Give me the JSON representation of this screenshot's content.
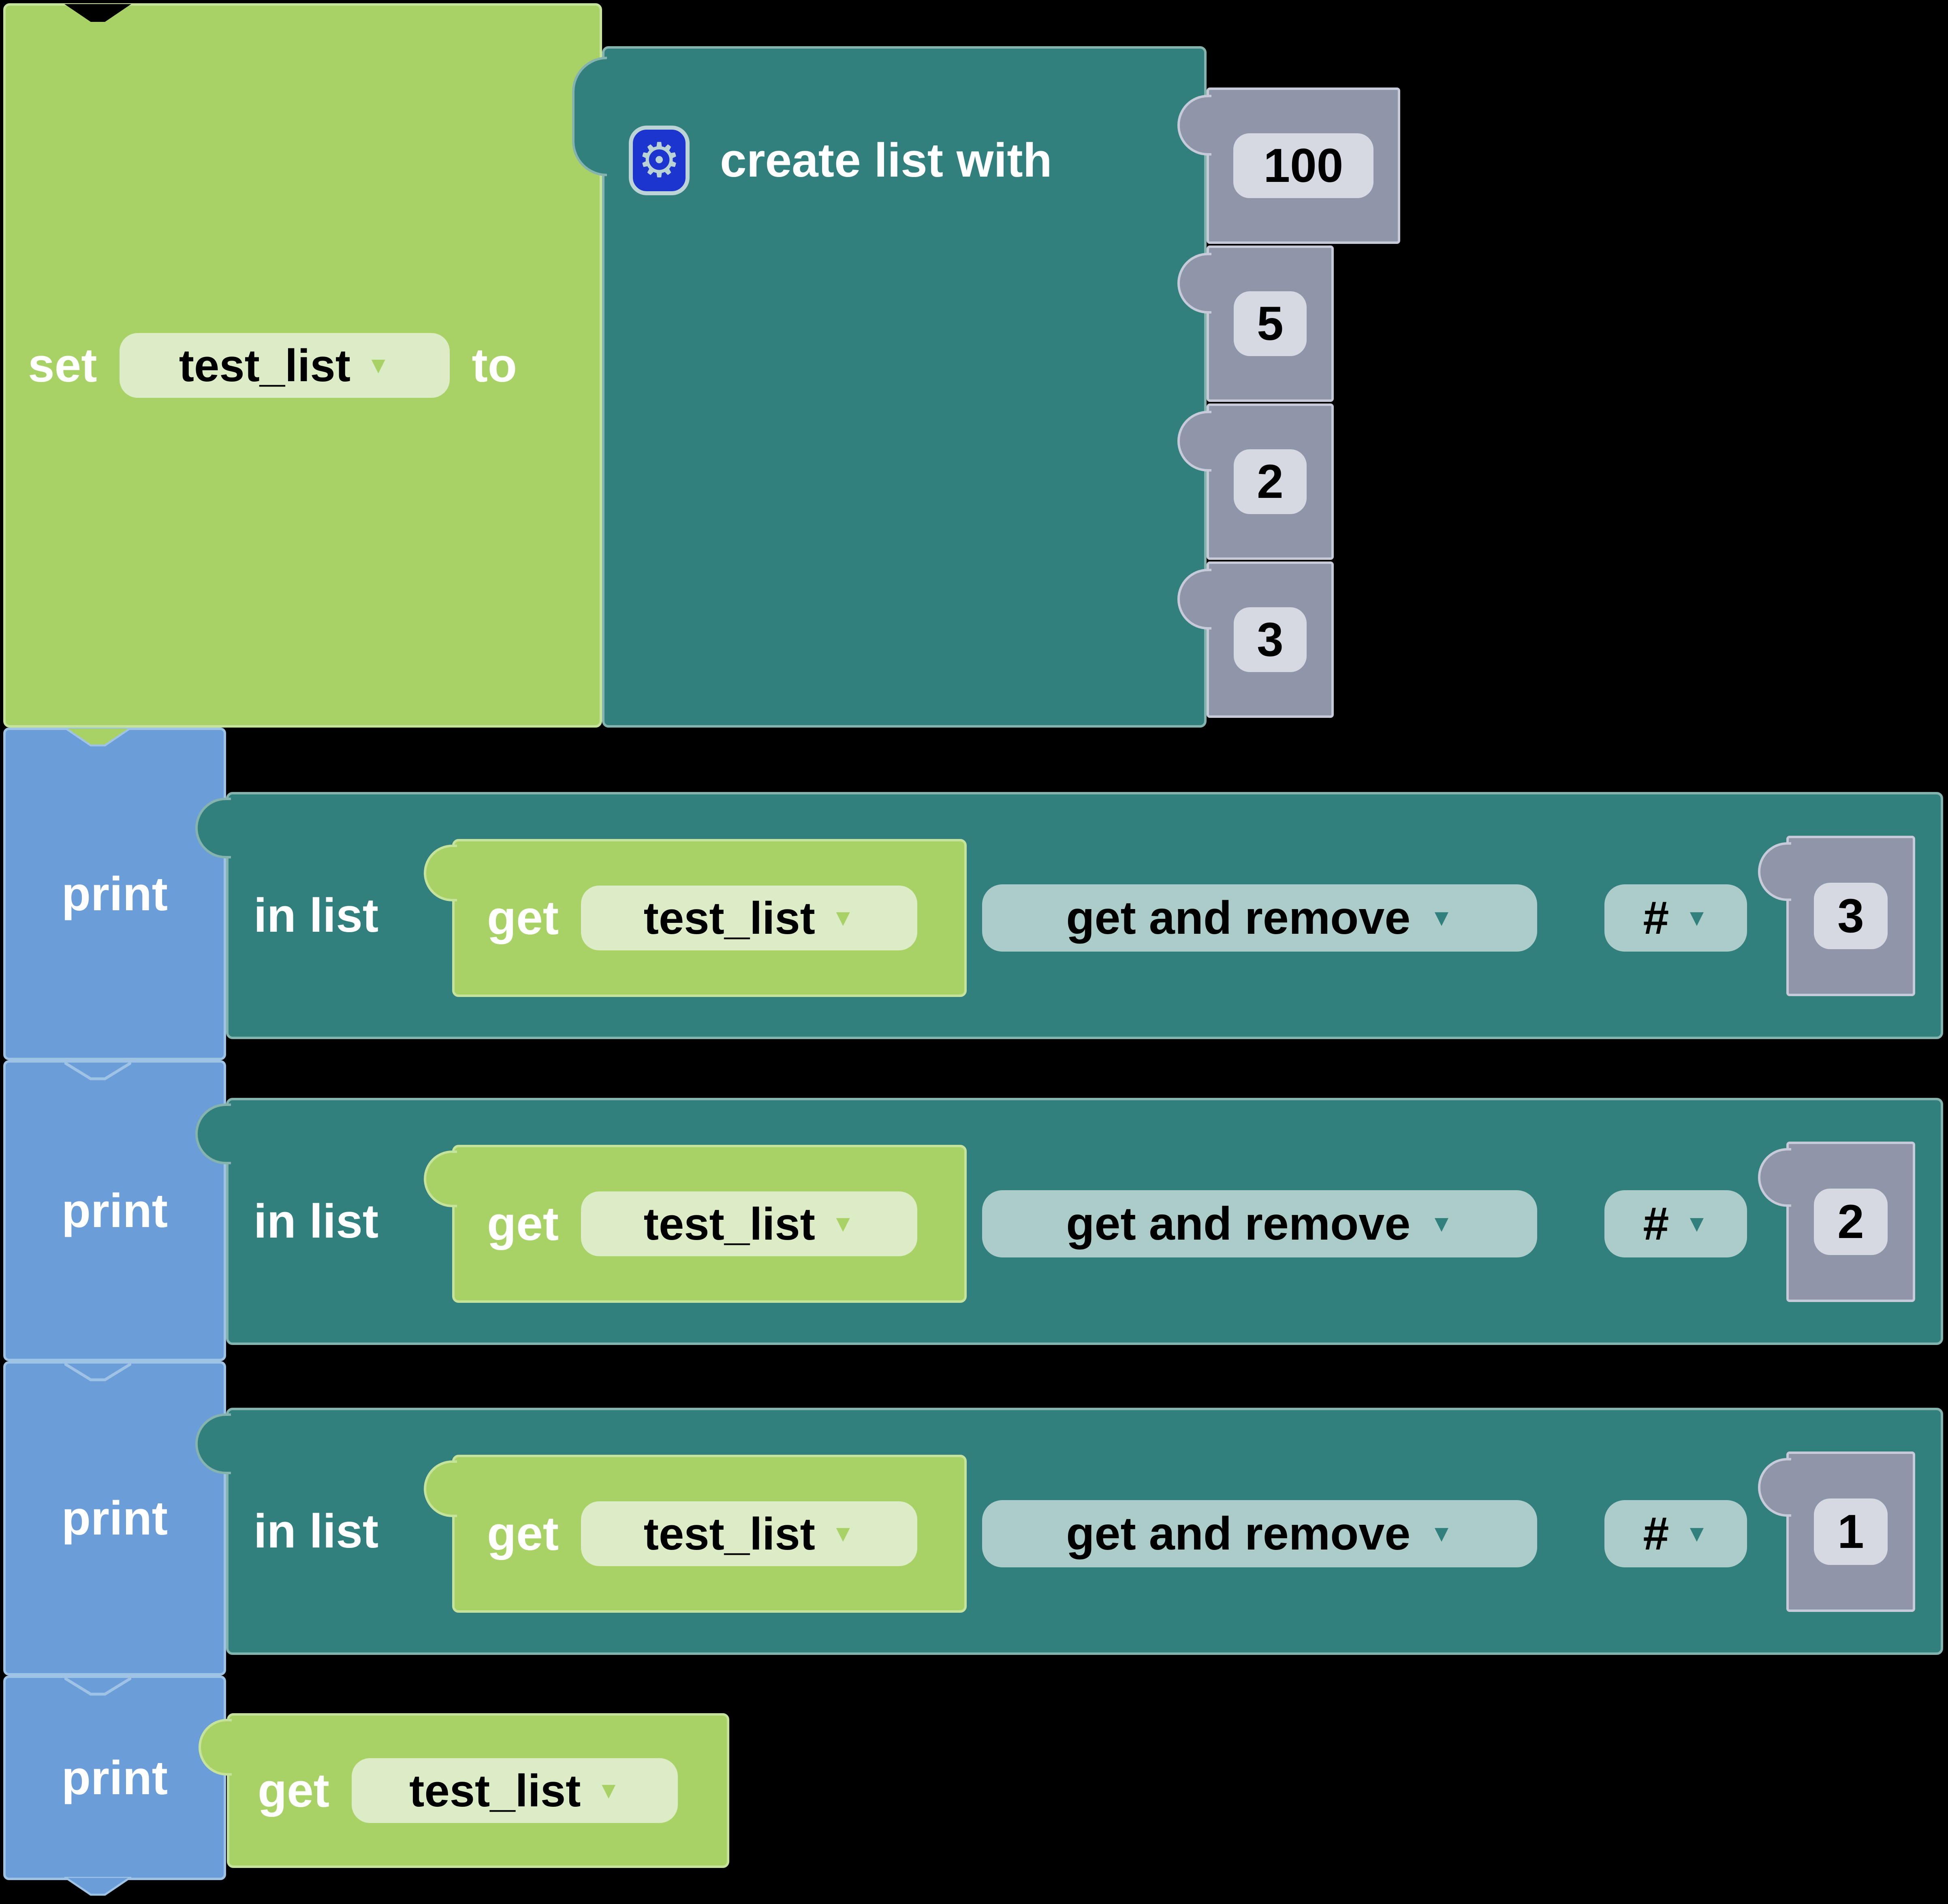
{
  "workspace": {
    "set_block": {
      "set_label": "set",
      "variable": "test_list",
      "to_label": "to"
    },
    "create_list_block": {
      "label": "create list with",
      "items": [
        "100",
        "5",
        "2",
        "3"
      ]
    },
    "print_blocks": [
      {
        "label": "print",
        "in_list": {
          "section_label": "in list",
          "get_label": "get",
          "variable": "test_list",
          "mode": "get and remove",
          "index_label": "#",
          "index": "3"
        }
      },
      {
        "label": "print",
        "in_list": {
          "section_label": "in list",
          "get_label": "get",
          "variable": "test_list",
          "mode": "get and remove",
          "index_label": "#",
          "index": "2"
        }
      },
      {
        "label": "print",
        "in_list": {
          "section_label": "in list",
          "get_label": "get",
          "variable": "test_list",
          "mode": "get and remove",
          "index_label": "#",
          "index": "1"
        }
      },
      {
        "label": "print",
        "get_value": {
          "get_label": "get",
          "variable": "test_list"
        }
      }
    ]
  },
  "icons": {
    "gear_icon": "⚙",
    "dropdown_arrow_icon": "▼"
  },
  "colors": {
    "workspace_bg": "#000000",
    "variable_green": "#a8d266",
    "variable_green_light": "#dcecc6",
    "list_teal": "#32807d",
    "list_teal_light": "#abccc8",
    "print_blue": "#6b9ed9",
    "number_gray": "#9096aa",
    "number_gray_light": "#d7d9e2",
    "mutator_badge_blue": "#1c35cf"
  }
}
